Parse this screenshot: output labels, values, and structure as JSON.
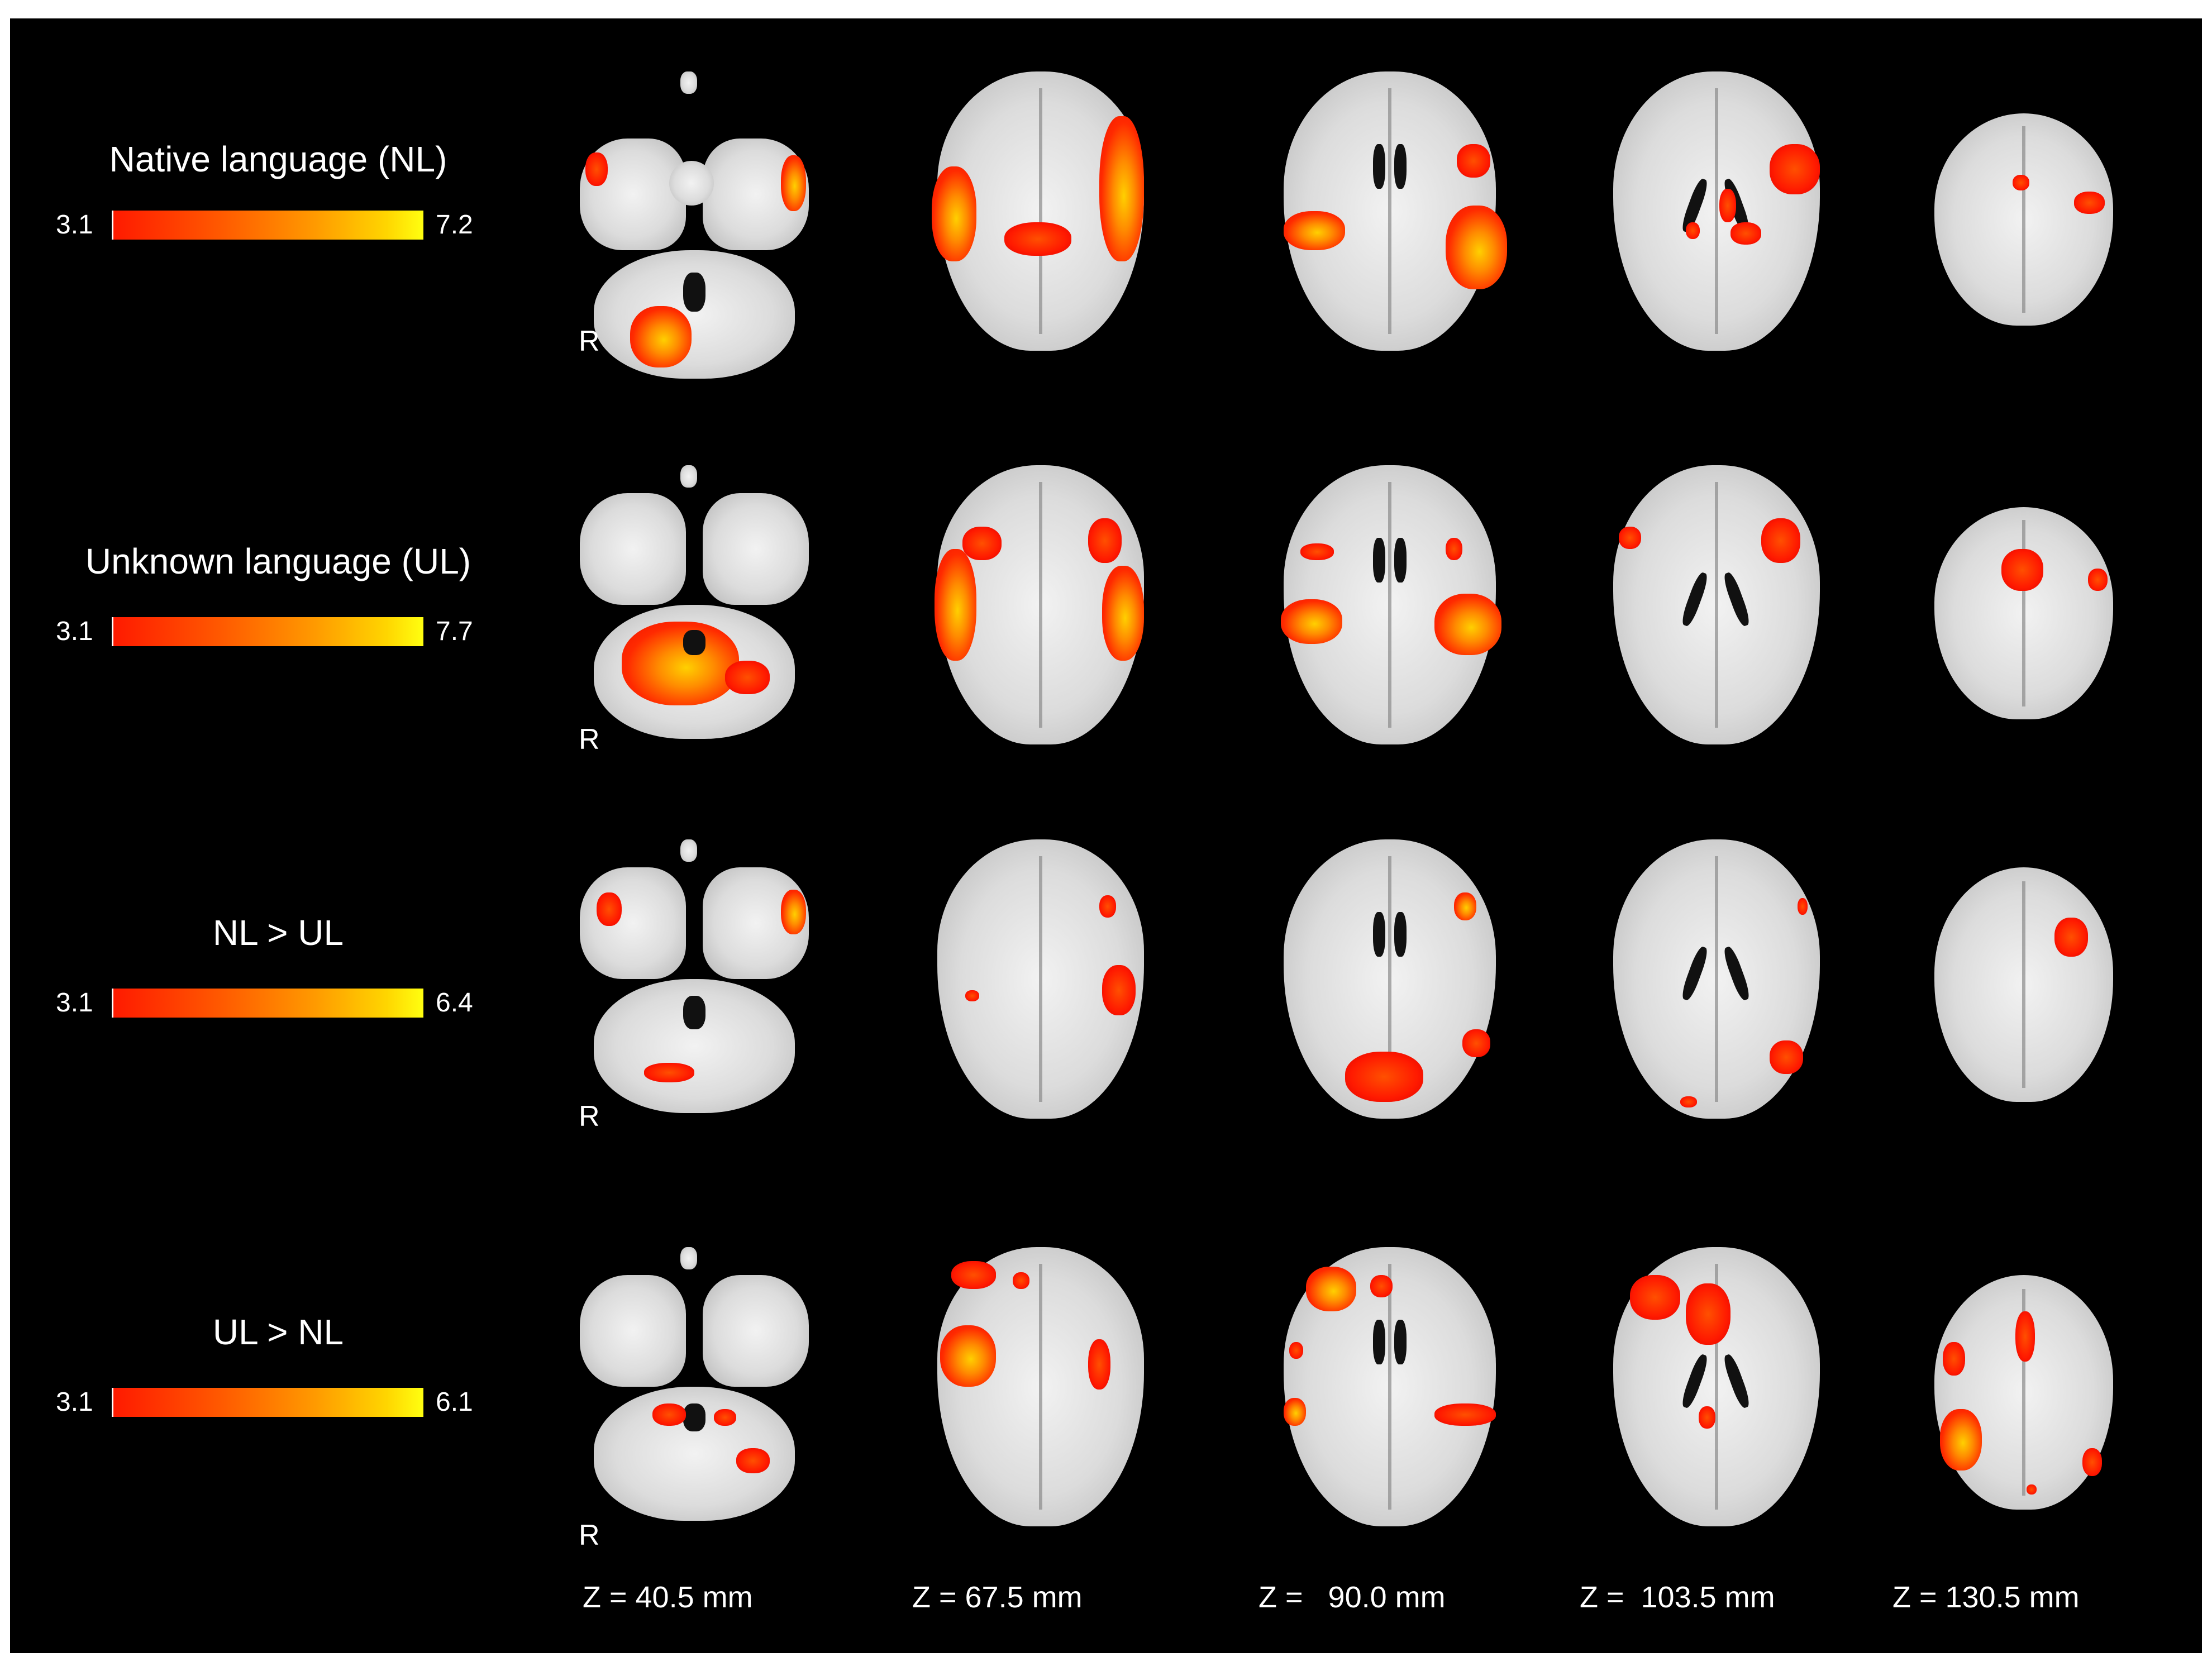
{
  "figure": {
    "background": "#000000",
    "orientation_label": "R",
    "colormap": [
      "#ff1a00",
      "#ff9a00",
      "#ffff10"
    ],
    "columns": [
      {
        "label": "Z = 40.5 mm",
        "z_mm": 40.5
      },
      {
        "label": "Z = 67.5 mm",
        "z_mm": 67.5
      },
      {
        "label": "Z =   90.0 mm",
        "z_mm": 90.0
      },
      {
        "label": "Z =  103.5 mm",
        "z_mm": 103.5
      },
      {
        "label": "Z = 130.5 mm",
        "z_mm": 130.5
      }
    ],
    "rows": [
      {
        "title": "Native language (NL)",
        "cbar_min": "3.1",
        "cbar_max": "7.2"
      },
      {
        "title": "Unknown language (UL)",
        "cbar_min": "3.1",
        "cbar_max": "7.7"
      },
      {
        "title": "NL > UL",
        "cbar_min": "3.1",
        "cbar_max": "6.4"
      },
      {
        "title": "UL > NL",
        "cbar_min": "3.1",
        "cbar_max": "6.1"
      }
    ]
  }
}
